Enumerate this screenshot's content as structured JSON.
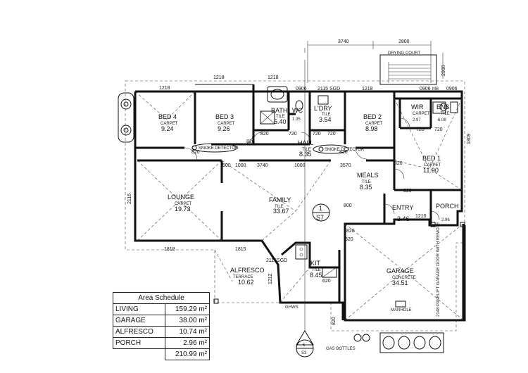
{
  "rooms": {
    "bed4": {
      "name": "BED 4",
      "floor": "CARPET",
      "area": "9.24"
    },
    "bed3": {
      "name": "BED 3",
      "floor": "CARPET",
      "area": "9.26"
    },
    "bath": {
      "name": "BATH",
      "floor": "TILE",
      "area": "5.40"
    },
    "wc": {
      "name": "WC",
      "area": "1.35"
    },
    "ldry": {
      "name": "L'DRY",
      "floor": "TILE",
      "area": "3.54"
    },
    "bed2": {
      "name": "BED 2",
      "floor": "CARPET",
      "area": "8.98"
    },
    "wir": {
      "name": "WIR",
      "floor": "CARPET",
      "area": "2.97"
    },
    "ens": {
      "name": "ENS",
      "floor": "TILE",
      "area": "6.08"
    },
    "hall": {
      "name": "HALL",
      "floor": "TILE",
      "area": "8.35"
    },
    "bed1": {
      "name": "BED 1",
      "floor": "CARPET",
      "area": "11.90"
    },
    "lounge": {
      "name": "LOUNGE",
      "floor": "CARPET",
      "area": "19.73"
    },
    "family": {
      "name": "FAMILY",
      "floor": "TILE",
      "area": "33.67"
    },
    "meals": {
      "name": "MEALS",
      "floor": "TILE",
      "area": "8.35"
    },
    "entry": {
      "name": "ENTRY",
      "area": "3.46"
    },
    "porch": {
      "name": "PORCH",
      "area": "2.96"
    },
    "alfresco": {
      "name": "ALFRESCO",
      "floor": "TERRACE",
      "area": "10.62"
    },
    "kit": {
      "name": "KIT",
      "floor": "TILE",
      "area": "8.45"
    },
    "garage": {
      "name": "GARAGE",
      "floor": "CONCRETE",
      "area": "34.51"
    }
  },
  "labels": {
    "drying_court": "DRYING COURT",
    "sgd_top": "2115 SGD",
    "sgd_alfresco": "2116SGD",
    "garage_door": "2148 PANELIFT GARAGE DOOR WITH REMOTE",
    "manhole": "MANHOLE",
    "gas_bottles": "GAS BOTTLES",
    "ghws": "GHWS",
    "mb": "MB",
    "smoke": "SMOKE DETECTOR",
    "section_top_num": "1",
    "section_top_ref": "S7",
    "section_bottom_num": "5",
    "section_bottom_ref": "S3"
  },
  "dimensions": {
    "d3740_top": "3740",
    "d2800": "2800",
    "d2000": "2000",
    "d1218_a": "1218",
    "d1218_b": "1218",
    "d1218_c": "1218",
    "d1218_d": "1218",
    "d0906_a": "0906",
    "d0906_b": "0906",
    "d0906_c": "0906",
    "d720_a": "720",
    "d720_b": "720",
    "d720_c": "720",
    "d720_d": "720",
    "d720_e": "720",
    "d820_a": "820",
    "d820_b": "820",
    "d820_c": "820",
    "d820_d": "820",
    "d820_e": "820",
    "d820_f": "820",
    "d820_g": "820",
    "d820_h": "820",
    "d820_i": "820",
    "d500": "500",
    "d1000_a": "1000",
    "d3740_mid": "3740",
    "d1000_b": "1000",
    "d3570": "3570",
    "d1809": "1809",
    "d800": "800",
    "d1210": "1210",
    "d1818": "1818",
    "d1815": "1815",
    "d1212": "1212",
    "d620": "620",
    "d2116": "2116"
  },
  "area_schedule": {
    "title": "Area Schedule",
    "rows": [
      {
        "label": "LIVING",
        "value": "159.29 m²"
      },
      {
        "label": "GARAGE",
        "value": "38.00 m²"
      },
      {
        "label": "ALFRESCO",
        "value": "10.74 m²"
      },
      {
        "label": "PORCH",
        "value": "2.96 m²"
      }
    ],
    "total": "210.99 m²"
  }
}
